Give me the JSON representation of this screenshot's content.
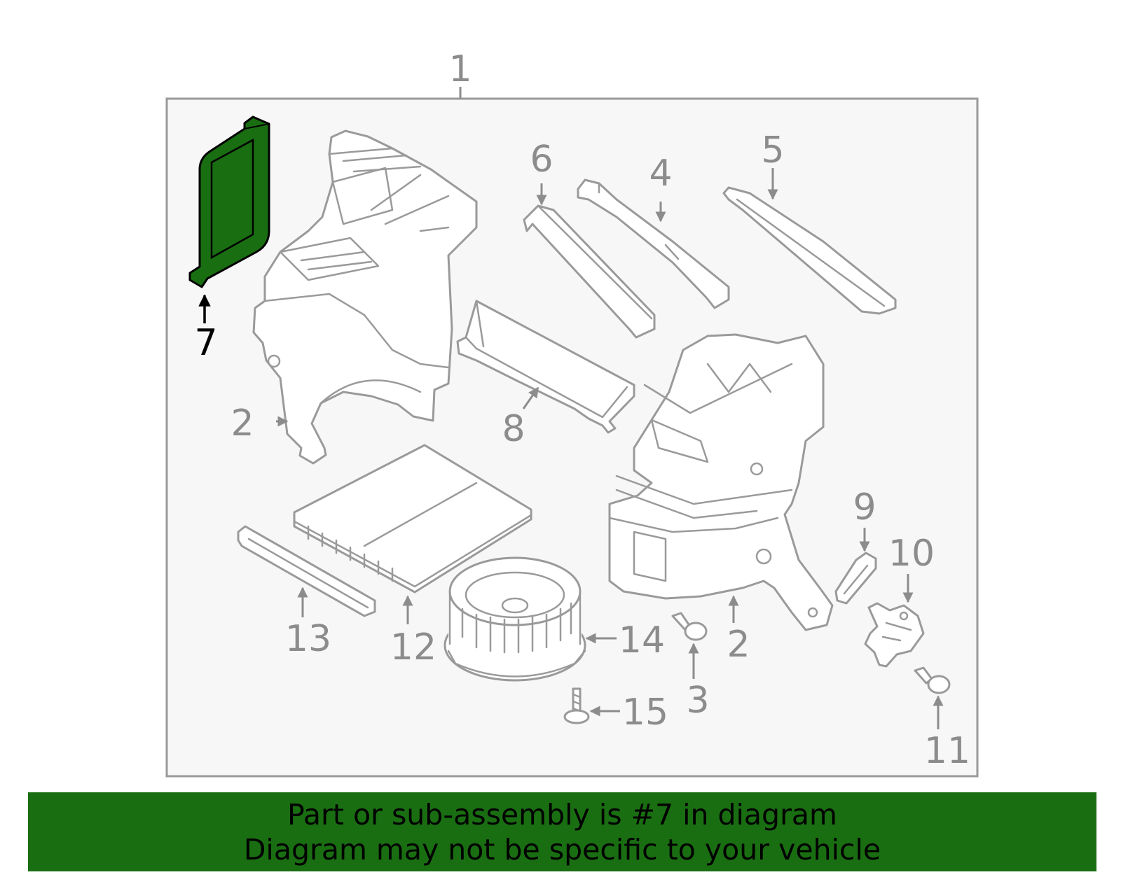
{
  "diagram": {
    "highlighted_part": "7",
    "highlight_color": "#1a6e12",
    "callouts": {
      "c1": "1",
      "c2a": "2",
      "c2b": "2",
      "c3": "3",
      "c4": "4",
      "c5": "5",
      "c6": "6",
      "c7": "7",
      "c8": "8",
      "c9": "9",
      "c10": "10",
      "c11": "11",
      "c12": "12",
      "c13": "13",
      "c14": "14",
      "c15": "15"
    }
  },
  "banner": {
    "line1": "Part or sub-assembly is #7 in diagram",
    "line2": "Diagram may not be specific to your vehicle",
    "background": "#1a6e12"
  }
}
